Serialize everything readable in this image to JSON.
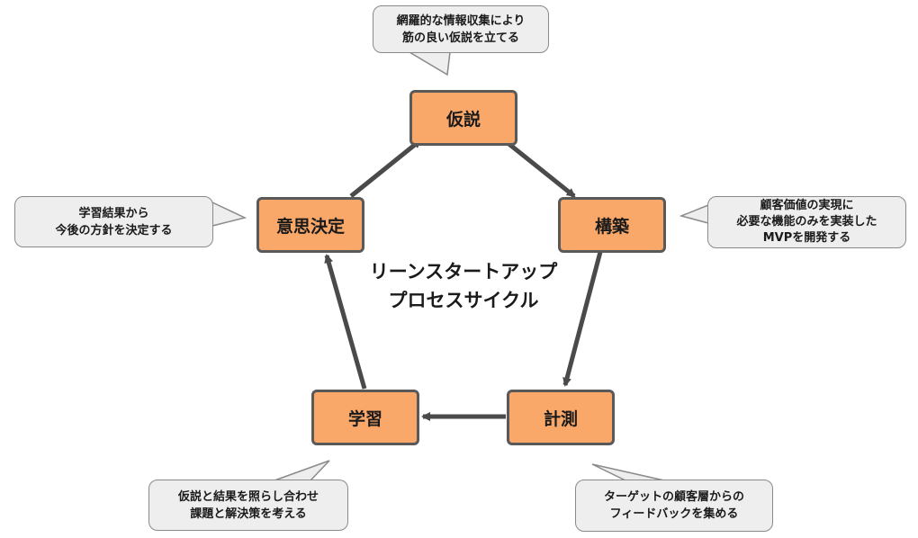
{
  "diagram": {
    "center_title": [
      "リーンスタートアップ",
      "プロセスサイクル"
    ],
    "nodes": {
      "hypothesis": "仮説",
      "build": "構築",
      "measure": "計測",
      "learn": "学習",
      "decide": "意思決定"
    },
    "callouts": {
      "hypothesis": [
        "網羅的な情報収集により",
        "筋の良い仮説を立てる"
      ],
      "build": [
        "顧客価値の実現に",
        "必要な機能のみを実装した",
        "MVPを開発する"
      ],
      "measure": [
        "ターゲットの顧客層からの",
        "フィードバックを集める"
      ],
      "learn": [
        "仮説と結果を照らし合わせ",
        "課題と解決策を考える"
      ],
      "decide": [
        "学習結果から",
        "今後の方針を決定する"
      ]
    },
    "colors": {
      "node_fill": "#f9a86a",
      "node_border": "#595959",
      "arrow": "#4a4a4a",
      "callout_fill": "#eeeeee",
      "callout_border": "#8a8a8a"
    }
  }
}
